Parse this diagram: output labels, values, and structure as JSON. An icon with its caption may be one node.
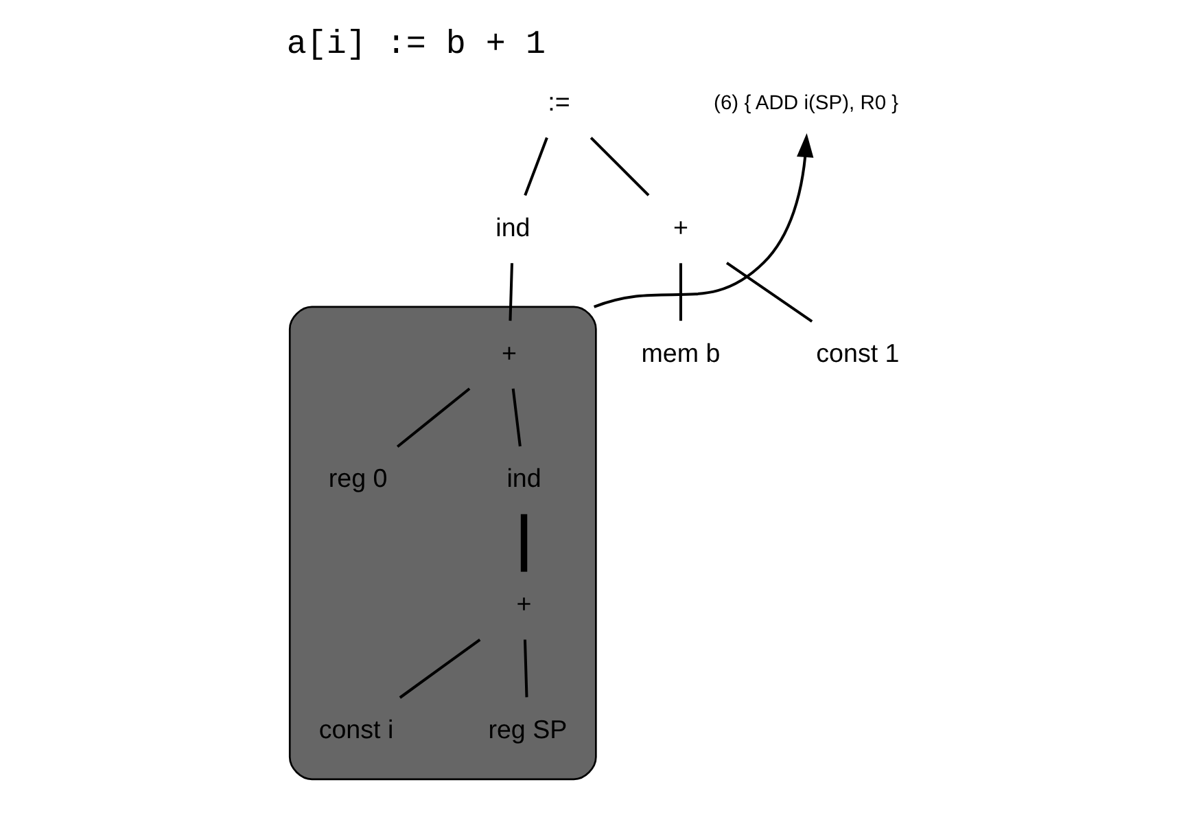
{
  "diagram": {
    "title": "a[i] := b + 1",
    "nodes": [
      {
        "text": [
          ":="
        ]
      },
      {
        "text": [
          "ind"
        ]
      },
      {
        "text": [
          "+"
        ]
      },
      {
        "text": [
          "mem b"
        ]
      },
      {
        "text": [
          "const 1"
        ]
      },
      {
        "text": [],
        "shape": "ellipse"
      },
      {
        "text": [
          "+"
        ],
        "in": 5
      },
      {
        "text": [
          "reg 0"
        ],
        "in": 5
      },
      {
        "text": [
          "ind"
        ],
        "in": 5
      },
      {
        "text": [
          "+"
        ],
        "in": 5
      },
      {
        "text": [
          "const i"
        ],
        "in": 5
      },
      {
        "text": [
          "reg SP"
        ],
        "in": 5
      },
      {
        "text": [
          "(6) { ADD i(SP), R0 }"
        ]
      }
    ],
    "edges": [
      {
        "from": 0,
        "to": 1,
        "arrow": "none"
      },
      {
        "from": 0,
        "to": 2,
        "arrow": "none"
      },
      {
        "from": 2,
        "to": 3,
        "arrow": "none"
      },
      {
        "from": 2,
        "to": 4,
        "arrow": "none"
      },
      {
        "from": 1,
        "to": 6,
        "arrow": "none"
      },
      {
        "from": 6,
        "to": 7,
        "arrow": "none"
      },
      {
        "from": 6,
        "to": 8,
        "arrow": "none"
      },
      {
        "from": 8,
        "to": 9,
        "arrow": "none",
        "style": "thick"
      },
      {
        "from": 9,
        "to": 10,
        "arrow": "none"
      },
      {
        "from": 9,
        "to": 11,
        "arrow": "none"
      },
      {
        "from": 5,
        "to": 12,
        "arrow": "to"
      }
    ]
  }
}
